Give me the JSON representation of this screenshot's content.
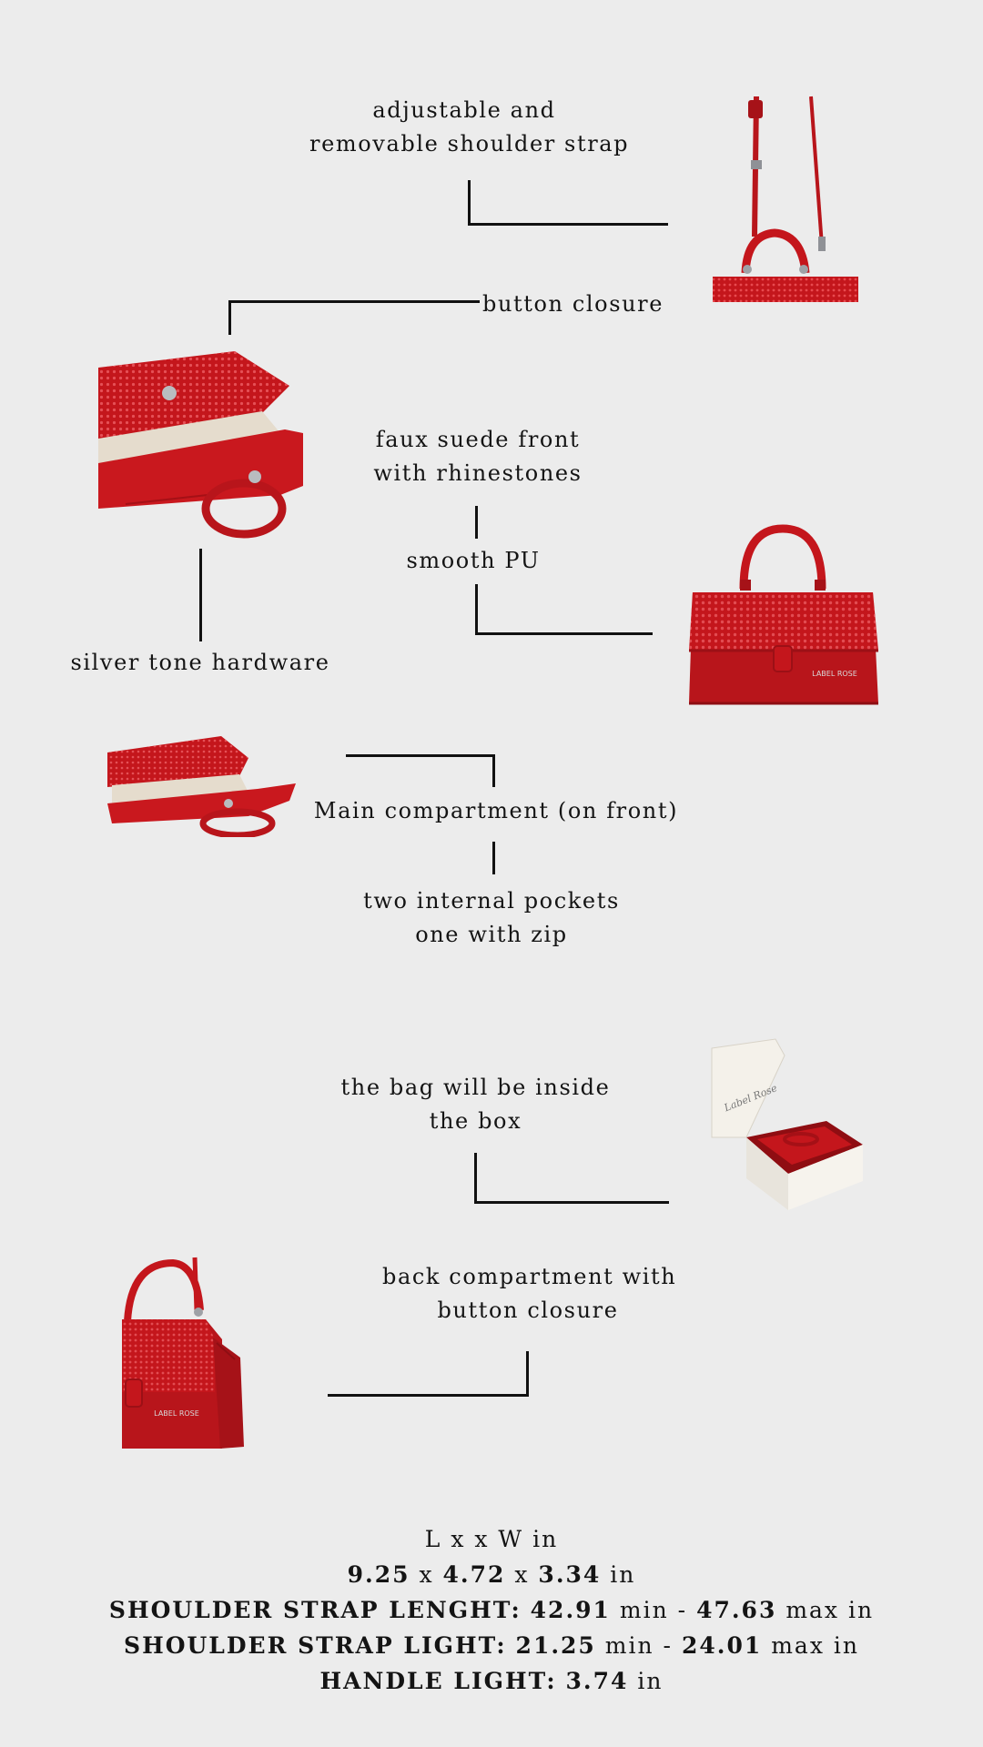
{
  "features": {
    "strap_line1": "adjustable and",
    "strap_line2": "removable shoulder strap",
    "button_closure": "button closure",
    "suede_line1": "faux suede front",
    "suede_line2": "with rhinestones",
    "smooth_pu": "smooth PU",
    "silver_hardware": "silver tone hardware",
    "main_compartment": "Main compartment (on front)",
    "pockets_line1": "two internal pockets",
    "pockets_line2": "one with zip",
    "box_line1": "the bag will be inside",
    "box_line2": "the box",
    "back_line1": "back compartment with",
    "back_line2": "button closure"
  },
  "specs": {
    "dims_header": "L  x  x W in",
    "l": "9.25",
    "x1": "x",
    "w": "4.72",
    "x2": "x",
    "h": "3.34",
    "unit": "in",
    "strap_length_label": "SHOULDER STRAP LENGHT:",
    "strap_length_min": "42.91",
    "min1": "min -",
    "strap_length_max": "47.63",
    "max1": "max in",
    "strap_light_label": "SHOULDER STRAP LIGHT:",
    "strap_light_min": "21.25",
    "min2": "min -",
    "strap_light_max": "24.01",
    "max2": "max in",
    "handle_label": "HANDLE LIGHT:",
    "handle_value": "3.74",
    "handle_unit": "in"
  },
  "brand": {
    "logo_text": "LABEL ROSE",
    "box_script": "Label Rose"
  },
  "colors": {
    "bag_red": "#c4161c",
    "background": "#ececec"
  }
}
